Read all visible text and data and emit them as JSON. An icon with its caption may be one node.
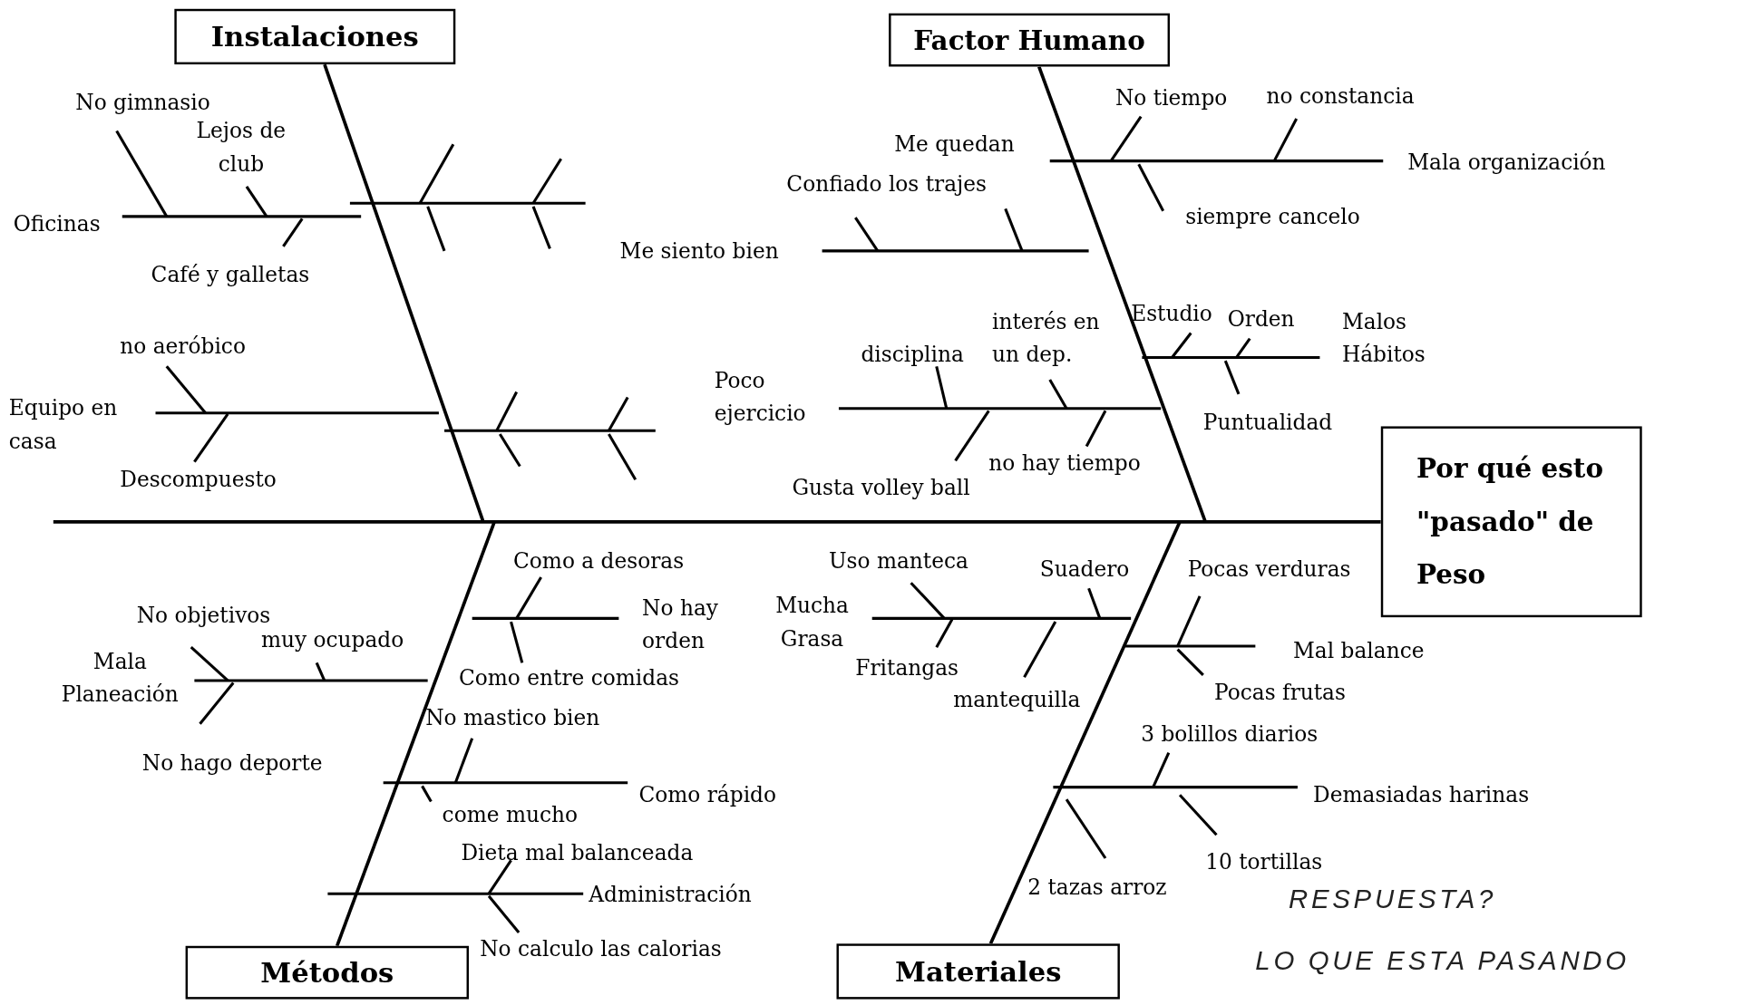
{
  "diagram": {
    "nodes": [
      {
        "text": [
          "Instalaciones"
        ]
      },
      {
        "text": [
          "Factor Humano"
        ]
      },
      {
        "text": [
          "Métodos"
        ]
      },
      {
        "text": [
          "Materiales"
        ]
      },
      {
        "text": [
          "Por qué esto \"pasado\" de Peso"
        ]
      }
    ],
    "edges": [
      {
        "from": null,
        "to": 4,
        "arrow": "none"
      },
      {
        "from": 0,
        "to": null,
        "arrow": "none"
      },
      {
        "from": 1,
        "to": null,
        "arrow": "none"
      },
      {
        "from": 2,
        "to": null,
        "arrow": "none"
      },
      {
        "from": 3,
        "to": null,
        "arrow": "none"
      }
    ],
    "labels": [
      "No gimnasio",
      "Lejos de club",
      "Oficinas",
      "Café y galletas",
      "no aeróbico",
      "Equipo en casa",
      "Descompuesto",
      "No tiempo",
      "no constancia",
      "Me quedan",
      "Mala organización",
      "Confiado los trajes",
      "siempre cancelo",
      "Me siento bien",
      "interés en un dep.",
      "Estudio",
      "Orden",
      "Malos Hábitos",
      "disciplina",
      "Poco ejercicio",
      "Puntualidad",
      "no hay tiempo",
      "Gusta volley ball",
      "Como a desoras",
      "No hay orden",
      "No objetivos",
      "muy ocupado",
      "Mala Planeación",
      "Como entre comidas",
      "No mastico bien",
      "No hago deporte",
      "Como rápido",
      "come mucho",
      "Dieta mal balanceada",
      "Administración",
      "No calculo las calorias",
      "Uso manteca",
      "Suadero",
      "Pocas verduras",
      "Mucha Grasa",
      "Fritangas",
      "mantequilla",
      "Mal balance",
      "Pocas frutas",
      "3 bolillos diarios",
      "Demasiadas harinas",
      "10 tortillas",
      "2 tazas arroz",
      "RESPUESTA?",
      "LO QUE ESTA PASANDO"
    ]
  }
}
